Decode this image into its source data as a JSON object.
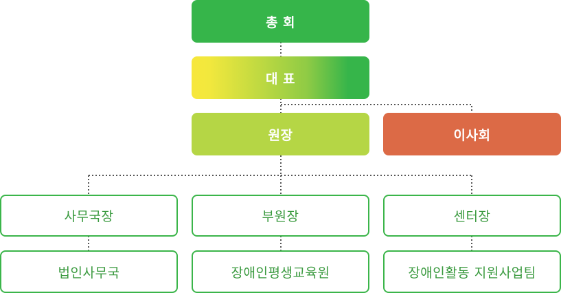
{
  "org": {
    "general_assembly": "총 회",
    "representative": "대 표",
    "director": "원장",
    "board": "이사회",
    "secretary_general": "사무국장",
    "vice_director": "부원장",
    "center_head": "센터장",
    "corporate_office": "법인사무국",
    "education_center": "장애인평생교육원",
    "support_team": "장애인활동 지원사업팀"
  },
  "colors": {
    "green": "#36b54a",
    "yellow": "#f7e73c",
    "lime": "#b5d645",
    "orange": "#dc6a46",
    "outline_green": "#3bb54a",
    "outline_text": "#3a9a3f",
    "connector": "#555555"
  }
}
